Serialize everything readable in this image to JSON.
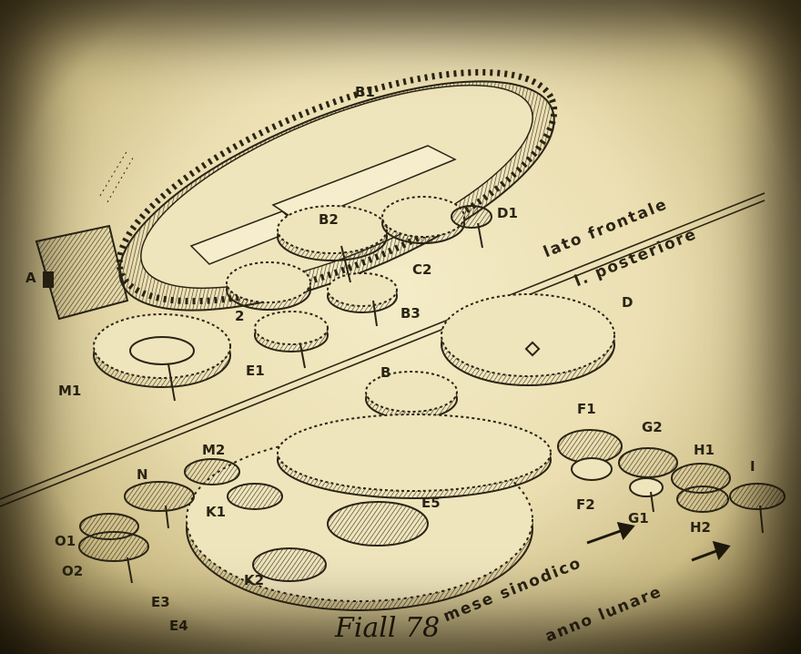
{
  "labels": {
    "B1": "B1",
    "B2": "B2",
    "B3": "B3",
    "D1": "D1",
    "C2": "C2",
    "A": "A",
    "two": "2",
    "M1": "M1",
    "E1": "E1",
    "D": "D",
    "B": "B",
    "M2": "M2",
    "N": "N",
    "K1": "K1",
    "O1": "O1",
    "O2": "O2",
    "E5": "E5",
    "K2": "K2",
    "E3": "E3",
    "E4": "E4",
    "F1": "F1",
    "F2": "F2",
    "G2": "G2",
    "G1": "G1",
    "H1": "H1",
    "H2": "H2",
    "I": "I"
  },
  "captions": {
    "front": "lato frontale",
    "back": "l. posteriore",
    "synodic": "mese sinodico",
    "lunar": "anno lunare"
  },
  "signature": "Fiall 78"
}
